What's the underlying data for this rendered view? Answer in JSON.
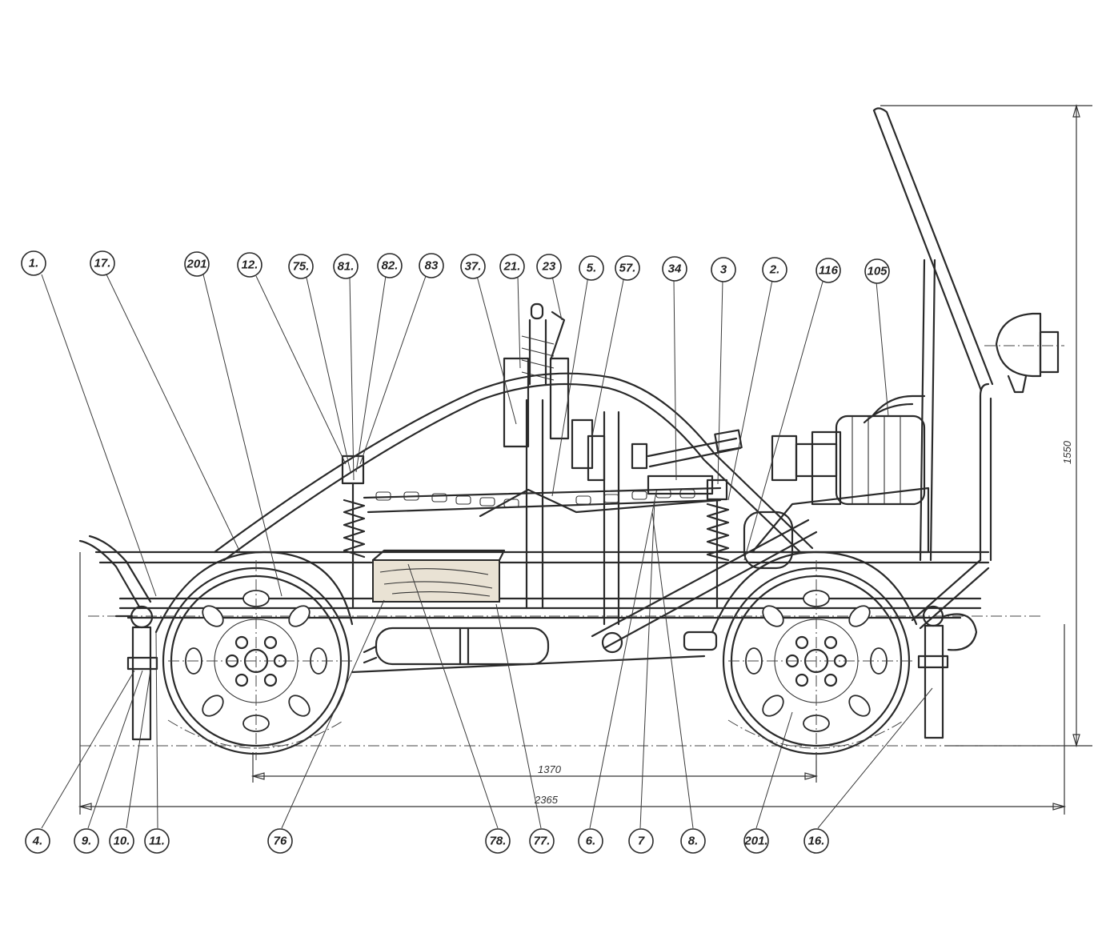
{
  "callouts_top": [
    "1.",
    "17.",
    "201",
    "12.",
    "75.",
    "81.",
    "82.",
    "83",
    "37.",
    "21.",
    "23",
    "5.",
    "57.",
    "34",
    "3",
    "2.",
    "116",
    "105"
  ],
  "callouts_bottom": [
    "4.",
    "9.",
    "10.",
    "11.",
    "76",
    "78.",
    "77.",
    "6.",
    "7",
    "8.",
    "201.",
    "16."
  ],
  "dimensions": {
    "wheelbase": "1370",
    "overall_length": "2365",
    "overall_height": "1550"
  },
  "colors": {
    "ink": "#2a2a2a",
    "paper": "#ffffff",
    "wood": "#e9e2d4"
  }
}
